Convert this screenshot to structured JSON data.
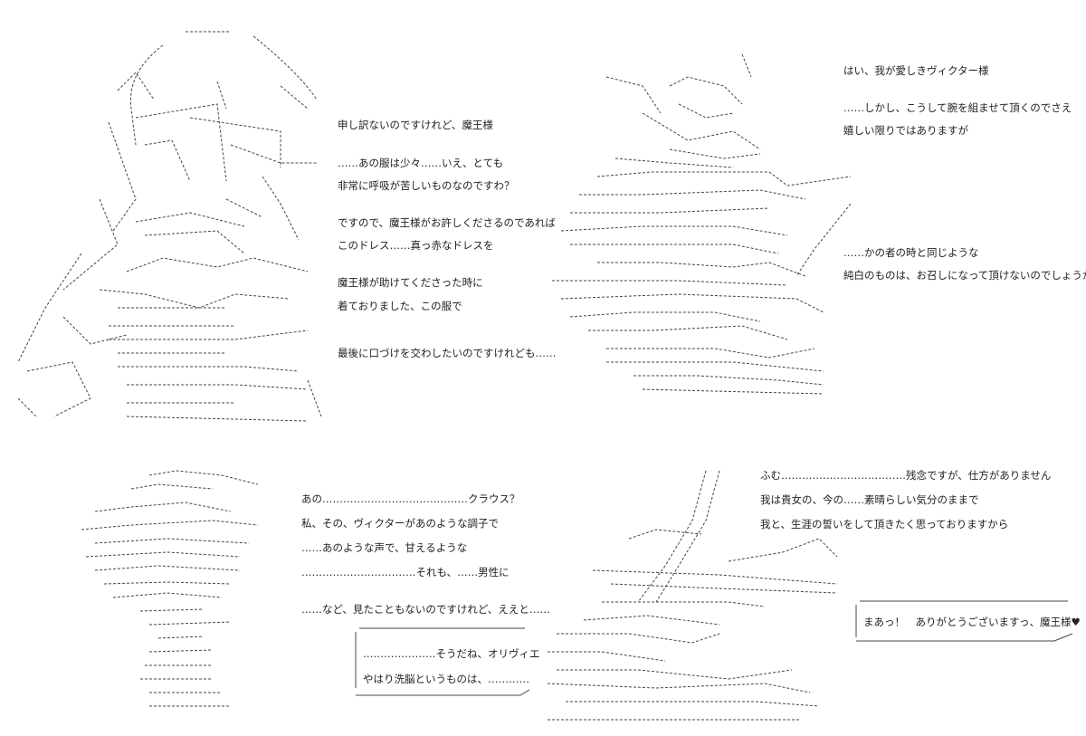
{
  "panels": {
    "top_left": {
      "lines": [
        "申し訳ないのですけれど、魔王様",
        "……あの服は少々……いえ、とても",
        "非常に呼吸が苦しいものなのですわ？",
        "ですので、魔王様がお許しくださるのであれば",
        "このドレス……真っ赤なドレスを",
        "魔王様が助けてくださった時に",
        "着ておりました、この服で",
        "最後に口づけを交わしたいのですけれども……"
      ]
    },
    "top_right": {
      "lines": [
        "はい、我が愛しきヴィクター様",
        "……しかし、こうして腕を組ませて頂くのでさえ",
        "嬉しい限りではありますが",
        "……かの者の時と同じような",
        "純白のものは、お召しになって頂けないのでしょうか？"
      ]
    },
    "bottom_left": {
      "lines": [
        "あの……………………………………クラウス？",
        "私、その、ヴィクターがあのような調子で",
        "……あのような声で、甘えるような",
        "……………………………それも、……男性に",
        "……など、見たこともないのですけれど、ええと……"
      ],
      "bubble_lines": [
        "…………………そうだね、オリヴィエ",
        "やはり洗脳というものは、…………"
      ]
    },
    "bottom_right": {
      "lines": [
        "ふむ………………………………残念ですが、仕方がありません",
        "我は貴女の、今の……素晴らしい気分のままで",
        "我と、生涯の誓いをして頂きたく思っておりますから"
      ],
      "bubble_lines": [
        "まあっ！　ありがとうございますっ、魔王様♥"
      ]
    }
  },
  "colors": {
    "ink": "#222222",
    "art": "#444444",
    "background": "#ffffff"
  }
}
